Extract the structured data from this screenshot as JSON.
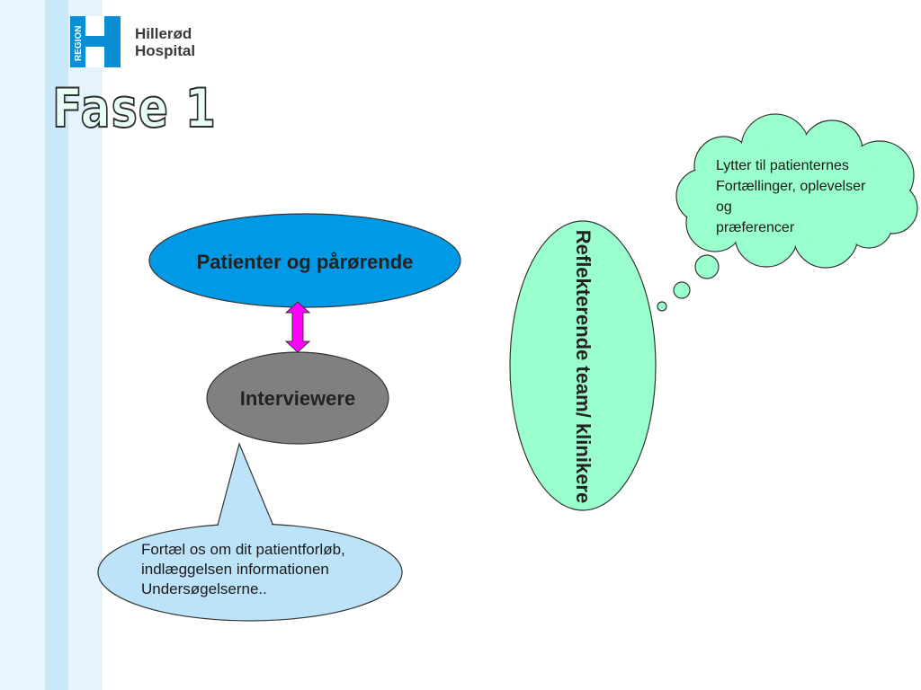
{
  "logo": {
    "badge_text": "REGION",
    "name_line1": "Hillerød",
    "name_line2": "Hospital"
  },
  "slide": {
    "title": "Fase 1"
  },
  "diagram": {
    "patients_label": "Patienter og pårørende",
    "interviewers_label": "Interviewere",
    "reflecting_team_label": "Reflekterende team/ klinikere",
    "callout_lines": [
      "Fortæl os om dit patientforløb,",
      "indlæggelsen informationen",
      "Undersøgelserne.."
    ],
    "thought_lines": [
      "Lytter til patienternes",
      "Fortællinger, oplevelser",
      "og",
      "præferencer"
    ]
  },
  "colors": {
    "patients_fill": "#0099e6",
    "interviewers_fill": "#808080",
    "reflecting_fill": "#99ffcc",
    "callout_fill": "#bde3f8",
    "arrow_fill": "#ff00ff",
    "stripe_light": "#e8f5fc",
    "stripe_mid": "#c7e8f9",
    "logo_blue": "#0a8fd6"
  }
}
